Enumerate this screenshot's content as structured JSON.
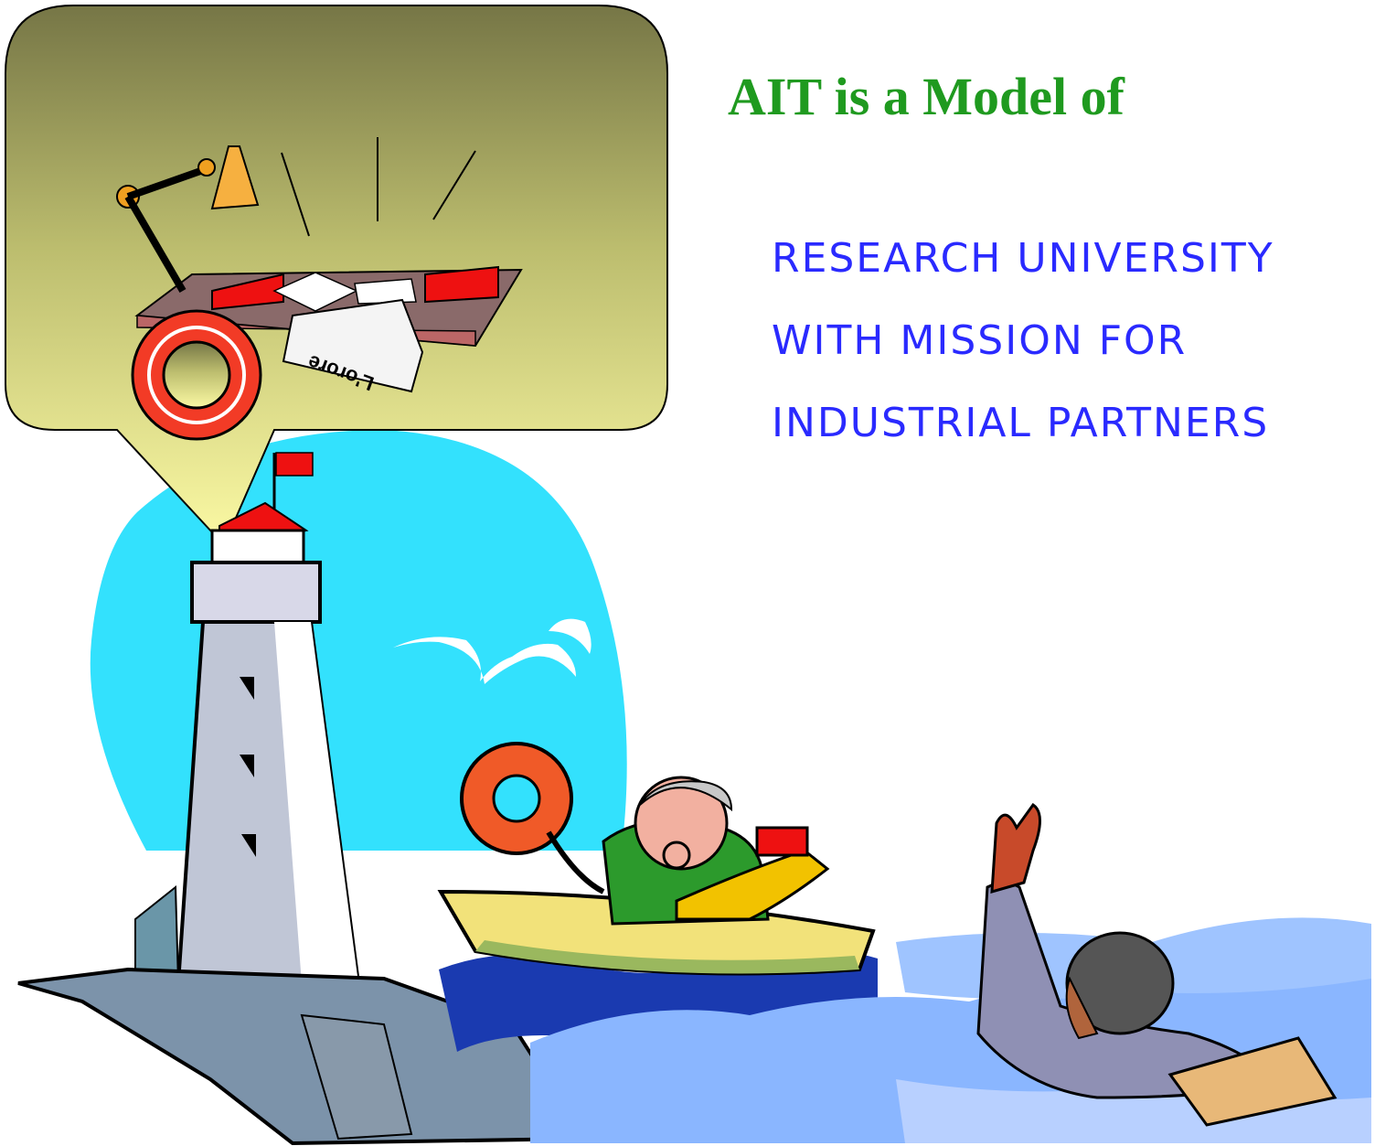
{
  "slide": {
    "title": "AIT is a Model of",
    "lines": [
      "RESEARCH UNIVERSITY",
      "WITH MISSION FOR",
      "INDUSTRIAL PARTNERS"
    ]
  },
  "illustration": {
    "newspaper_text": "L'orore"
  },
  "colors": {
    "title": "#1f9a1f",
    "body_text": "#2a2aff",
    "sky": "#33e1fd",
    "water": "#8ab6ff",
    "bubble_top": "#7a7a4a",
    "bubble_bottom": "#fbf9a4"
  }
}
